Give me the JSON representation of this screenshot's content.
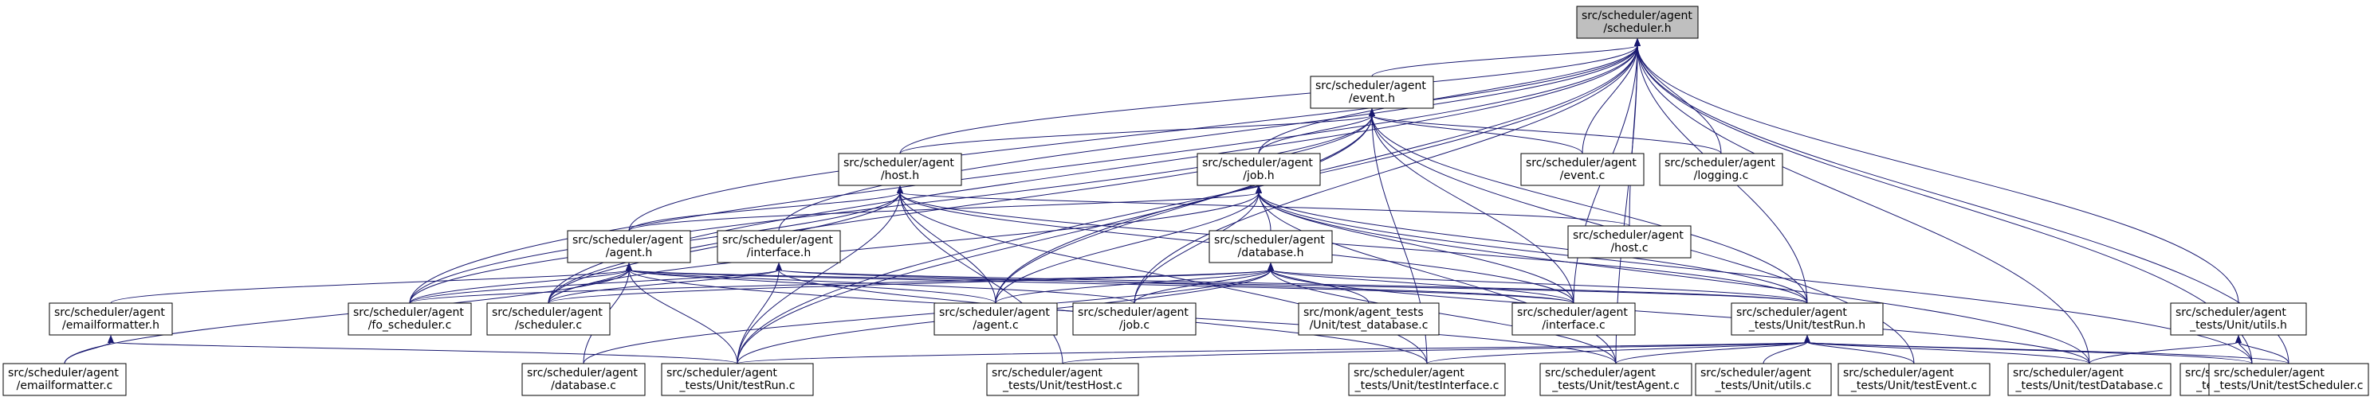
{
  "nodes": [
    {
      "id": "scheduler_h",
      "lines": [
        "src/scheduler/agent",
        "/scheduler.h"
      ],
      "root": true
    },
    {
      "id": "event_h",
      "lines": [
        "src/scheduler/agent",
        "/event.h"
      ]
    },
    {
      "id": "host_h",
      "lines": [
        "src/scheduler/agent",
        "/host.h"
      ]
    },
    {
      "id": "job_h",
      "lines": [
        "src/scheduler/agent",
        "/job.h"
      ]
    },
    {
      "id": "agent_h",
      "lines": [
        "src/scheduler/agent",
        "/agent.h"
      ]
    },
    {
      "id": "interface_h",
      "lines": [
        "src/scheduler/agent",
        "/interface.h"
      ]
    },
    {
      "id": "database_h",
      "lines": [
        "src/scheduler/agent",
        "/database.h"
      ]
    },
    {
      "id": "event_c",
      "lines": [
        "src/scheduler/agent",
        "/event.c"
      ]
    },
    {
      "id": "logging_c",
      "lines": [
        "src/scheduler/agent",
        "/logging.c"
      ]
    },
    {
      "id": "host_c",
      "lines": [
        "src/scheduler/agent",
        "/host.c"
      ]
    },
    {
      "id": "emailformatter_h",
      "lines": [
        "src/scheduler/agent",
        "/emailformatter.h"
      ]
    },
    {
      "id": "fo_scheduler_c",
      "lines": [
        "src/scheduler/agent",
        "/fo_scheduler.c"
      ]
    },
    {
      "id": "scheduler_c",
      "lines": [
        "src/scheduler/agent",
        "/scheduler.c"
      ]
    },
    {
      "id": "agent_c",
      "lines": [
        "src/scheduler/agent",
        "/agent.c"
      ]
    },
    {
      "id": "job_c",
      "lines": [
        "src/scheduler/agent",
        "/job.c"
      ]
    },
    {
      "id": "test_database_monk",
      "lines": [
        "src/monk/agent_tests",
        "/Unit/test_database.c"
      ]
    },
    {
      "id": "interface_c",
      "lines": [
        "src/scheduler/agent",
        "/interface.c"
      ]
    },
    {
      "id": "testRun_h",
      "lines": [
        "src/scheduler/agent",
        "_tests/Unit/testRun.h"
      ]
    },
    {
      "id": "utils_h",
      "lines": [
        "src/scheduler/agent",
        "_tests/Unit/utils.h"
      ]
    },
    {
      "id": "emailformatter_c",
      "lines": [
        "src/scheduler/agent",
        "/emailformatter.c"
      ]
    },
    {
      "id": "database_c",
      "lines": [
        "src/scheduler/agent",
        "/database.c"
      ]
    },
    {
      "id": "testRun_c",
      "lines": [
        "src/scheduler/agent",
        "_tests/Unit/testRun.c"
      ]
    },
    {
      "id": "testHost_c",
      "lines": [
        "src/scheduler/agent",
        "_tests/Unit/testHost.c"
      ]
    },
    {
      "id": "testInterface_c",
      "lines": [
        "src/scheduler/agent",
        "_tests/Unit/testInterface.c"
      ]
    },
    {
      "id": "testAgent_c",
      "lines": [
        "src/scheduler/agent",
        "_tests/Unit/testAgent.c"
      ]
    },
    {
      "id": "utils_c",
      "lines": [
        "src/scheduler/agent",
        "_tests/Unit/utils.c"
      ]
    },
    {
      "id": "testEvent_c",
      "lines": [
        "src/scheduler/agent",
        "_tests/Unit/testEvent.c"
      ]
    },
    {
      "id": "testDatabase_c",
      "lines": [
        "src/scheduler/agent",
        "_tests/Unit/testDatabase.c"
      ]
    },
    {
      "id": "testJob_c",
      "lines": [
        "src/scheduler/agent",
        "_tests/Unit/testJob.c"
      ]
    },
    {
      "id": "testScheduler_c",
      "lines": [
        "src/scheduler/agent",
        "_tests/Unit/testScheduler.c"
      ]
    }
  ],
  "edges": [
    [
      "scheduler_h",
      "event_h"
    ],
    [
      "scheduler_h",
      "host_h"
    ],
    [
      "scheduler_h",
      "job_h"
    ],
    [
      "scheduler_h",
      "agent_h"
    ],
    [
      "scheduler_h",
      "interface_h"
    ],
    [
      "scheduler_h",
      "event_c"
    ],
    [
      "scheduler_h",
      "logging_c"
    ],
    [
      "scheduler_h",
      "host_c"
    ],
    [
      "scheduler_h",
      "fo_scheduler_c"
    ],
    [
      "scheduler_h",
      "scheduler_c"
    ],
    [
      "scheduler_h",
      "agent_c"
    ],
    [
      "scheduler_h",
      "job_c"
    ],
    [
      "scheduler_h",
      "interface_c"
    ],
    [
      "scheduler_h",
      "testRun_h"
    ],
    [
      "scheduler_h",
      "utils_h"
    ],
    [
      "scheduler_h",
      "testRun_c"
    ],
    [
      "scheduler_h",
      "testAgent_c"
    ],
    [
      "scheduler_h",
      "testDatabase_c"
    ],
    [
      "scheduler_h",
      "testJob_c"
    ],
    [
      "scheduler_h",
      "testScheduler_c"
    ],
    [
      "event_h",
      "host_h"
    ],
    [
      "event_h",
      "job_h"
    ],
    [
      "event_h",
      "event_c"
    ],
    [
      "event_h",
      "logging_c"
    ],
    [
      "event_h",
      "fo_scheduler_c"
    ],
    [
      "event_h",
      "scheduler_c"
    ],
    [
      "event_h",
      "agent_c"
    ],
    [
      "event_h",
      "interface_c"
    ],
    [
      "event_h",
      "testRun_h"
    ],
    [
      "event_h",
      "testRun_c"
    ],
    [
      "event_h",
      "testEvent_c"
    ],
    [
      "event_h",
      "testInterface_c"
    ],
    [
      "host_h",
      "agent_h"
    ],
    [
      "host_h",
      "host_c"
    ],
    [
      "host_h",
      "fo_scheduler_c"
    ],
    [
      "host_h",
      "scheduler_c"
    ],
    [
      "host_h",
      "agent_c"
    ],
    [
      "host_h",
      "interface_c"
    ],
    [
      "host_h",
      "testRun_h"
    ],
    [
      "host_h",
      "testRun_c"
    ],
    [
      "host_h",
      "testHost_c"
    ],
    [
      "host_h",
      "testInterface_c"
    ],
    [
      "job_h",
      "agent_h"
    ],
    [
      "job_h",
      "database_h"
    ],
    [
      "job_h",
      "agent_c"
    ],
    [
      "job_h",
      "job_c"
    ],
    [
      "job_h",
      "interface_c"
    ],
    [
      "job_h",
      "testRun_h"
    ],
    [
      "job_h",
      "testJob_c"
    ],
    [
      "job_h",
      "testAgent_c"
    ],
    [
      "job_h",
      "testDatabase_c"
    ],
    [
      "job_h",
      "scheduler_c"
    ],
    [
      "agent_h",
      "emailformatter_h"
    ],
    [
      "agent_h",
      "fo_scheduler_c"
    ],
    [
      "agent_h",
      "scheduler_c"
    ],
    [
      "agent_h",
      "agent_c"
    ],
    [
      "agent_h",
      "job_c"
    ],
    [
      "agent_h",
      "interface_c"
    ],
    [
      "agent_h",
      "testRun_h"
    ],
    [
      "agent_h",
      "emailformatter_c"
    ],
    [
      "agent_h",
      "database_c"
    ],
    [
      "agent_h",
      "testRun_c"
    ],
    [
      "agent_h",
      "testAgent_c"
    ],
    [
      "interface_h",
      "fo_scheduler_c"
    ],
    [
      "interface_h",
      "scheduler_c"
    ],
    [
      "interface_h",
      "interface_c"
    ],
    [
      "interface_h",
      "testRun_h"
    ],
    [
      "interface_h",
      "testRun_c"
    ],
    [
      "interface_h",
      "testInterface_c"
    ],
    [
      "database_h",
      "fo_scheduler_c"
    ],
    [
      "database_h",
      "scheduler_c"
    ],
    [
      "database_h",
      "agent_c"
    ],
    [
      "database_h",
      "job_c"
    ],
    [
      "database_h",
      "test_database_monk"
    ],
    [
      "database_h",
      "interface_c"
    ],
    [
      "database_h",
      "testRun_h"
    ],
    [
      "database_h",
      "database_c"
    ],
    [
      "database_h",
      "testRun_c"
    ],
    [
      "database_h",
      "testDatabase_c"
    ],
    [
      "database_h",
      "testAgent_c"
    ],
    [
      "emailformatter_h",
      "emailformatter_c"
    ],
    [
      "emailformatter_h",
      "testRun_c"
    ],
    [
      "testRun_h",
      "testRun_c"
    ],
    [
      "testRun_h",
      "testHost_c"
    ],
    [
      "testRun_h",
      "testInterface_c"
    ],
    [
      "testRun_h",
      "testAgent_c"
    ],
    [
      "testRun_h",
      "utils_c"
    ],
    [
      "testRun_h",
      "testEvent_c"
    ],
    [
      "testRun_h",
      "testDatabase_c"
    ],
    [
      "testRun_h",
      "testJob_c"
    ],
    [
      "testRun_h",
      "testScheduler_c"
    ],
    [
      "utils_h",
      "testDatabase_c"
    ],
    [
      "utils_h",
      "testJob_c"
    ],
    [
      "utils_h",
      "testScheduler_c"
    ]
  ]
}
